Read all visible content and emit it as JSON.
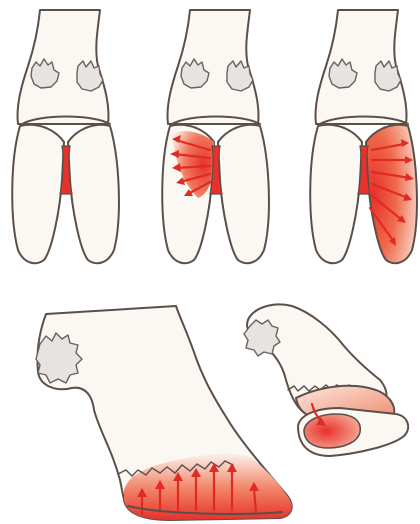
{
  "figure": {
    "panels": [
      {
        "id": "front-1",
        "view": "front",
        "highlight": "cleft"
      },
      {
        "id": "front-2",
        "view": "front",
        "highlight": "inner-wall",
        "arrow_direction": "outward-left"
      },
      {
        "id": "front-3",
        "view": "front",
        "highlight": "right-claw",
        "arrow_direction": "outward-right"
      },
      {
        "id": "side-1",
        "view": "side",
        "highlight": "sole",
        "arrow_direction": "upward"
      },
      {
        "id": "side-2",
        "view": "side-lifted",
        "highlight": "sole",
        "arrow_direction": "downward"
      }
    ],
    "colors": {
      "outline": "#5b4f4a",
      "skin": "#fbf8f4",
      "hair": "#e6e3e0",
      "highlight": "#e8312a",
      "highlight_light": "#f6c3b2",
      "arrow": "#e02a22"
    }
  }
}
